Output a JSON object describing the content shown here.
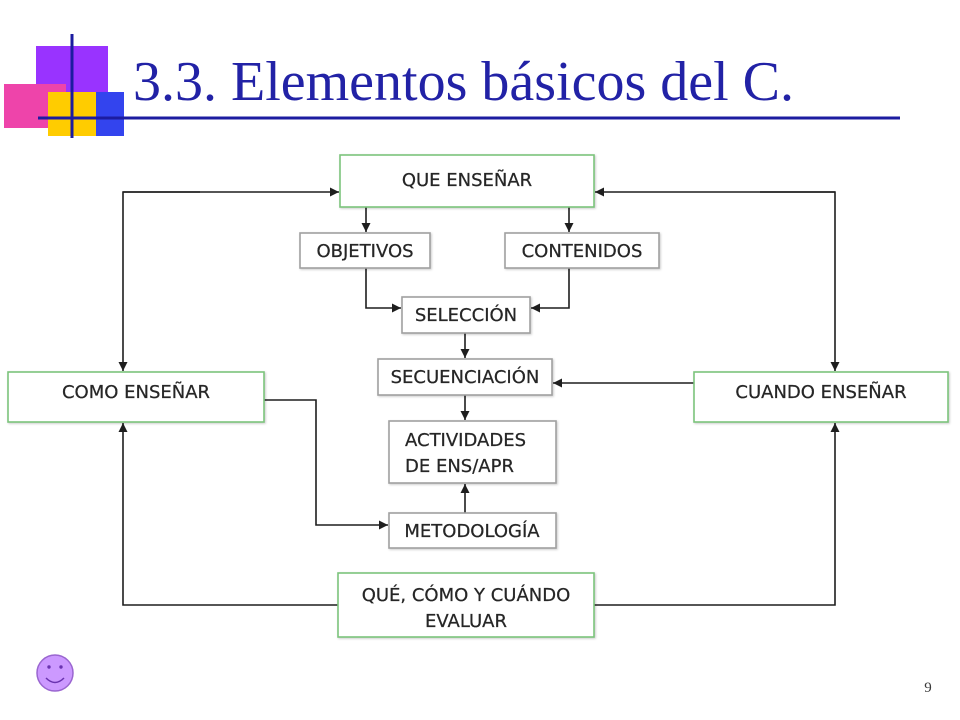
{
  "slide": {
    "title": "3.3. Elementos básicos del C.",
    "page_number": "9",
    "footer_icon": "smiley-face-icon"
  },
  "diagram": {
    "que_ensenar": "QUE ENSEÑAR",
    "objetivos": "OBJETIVOS",
    "contenidos": "CONTENIDOS",
    "seleccion": "SELECCIÓN",
    "secuenciacion": "SECUENCIACIÓN",
    "actividades": [
      "ACTIVIDADES",
      "DE ENS/APR"
    ],
    "metodologia": "METODOLOGÍA",
    "como_ensenar": "COMO ENSEÑAR",
    "cuando_ensenar": "CUANDO ENSEÑAR",
    "evaluar": [
      "QUÉ, CÓMO Y CUÁNDO",
      "EVALUAR"
    ]
  },
  "colors": {
    "title": "#2222a6",
    "title_rule": "#1c1ca0",
    "square_purple": "#9933ff",
    "square_pink": "#ee44aa",
    "square_yellow": "#ffcc00",
    "square_blue": "#3344ee",
    "box_green": "#7cc47c",
    "box_gray": "#a0a0a0",
    "connector": "#1e1e1e",
    "smiley": "#cc99ff"
  }
}
